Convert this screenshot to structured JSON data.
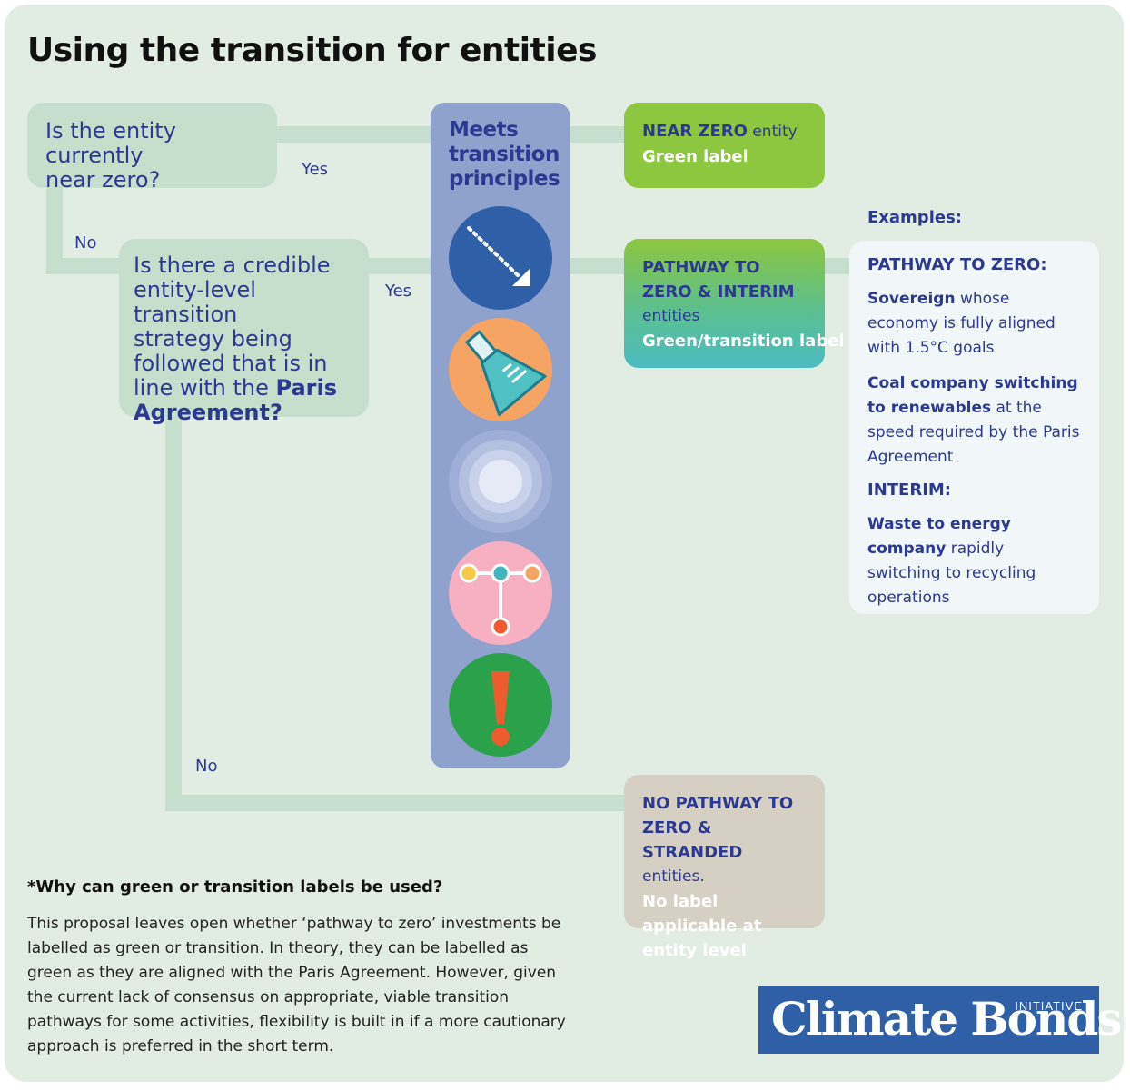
{
  "title": "Using the transition for entities",
  "q1": {
    "line1": "Is the entity currently",
    "line2": "near zero?"
  },
  "q2": {
    "lines": [
      "Is there a credible",
      "entity-level transition",
      "strategy being",
      "followed that is in"
    ],
    "line5_pre": "line with the ",
    "line5_bold": "Paris",
    "line6_bold": "Agreement?"
  },
  "labels": {
    "yes1": "Yes",
    "no1": "No",
    "yes2": "Yes",
    "no2": "No"
  },
  "principles": {
    "title": [
      "Meets",
      "transition",
      "principles"
    ],
    "icons": [
      "arrow-icon",
      "flask-icon",
      "target-icon",
      "network-icon",
      "exclamation-icon"
    ]
  },
  "out_near_zero": {
    "bold": "NEAR ZERO",
    "rest": " entity",
    "label": "Green label"
  },
  "out_pathway": {
    "line1": "PATHWAY TO",
    "line2": "ZERO & INTERIM",
    "line3": "entities",
    "label": "Green/transition label *"
  },
  "out_stranded": {
    "line1": "NO PATHWAY TO",
    "line2": "ZERO & STRANDED",
    "line3": "entities.",
    "label1": "No label applicable at",
    "label2": "entity level"
  },
  "examples": {
    "heading": "Examples:",
    "pathway_heading": "PATHWAY TO ZERO:",
    "ex1_bold": "Sovereign",
    "ex1_rest": " whose economy is fully aligned with 1.5°C goals",
    "ex2_bold": "Coal company switching to renewables",
    "ex2_rest": " at the speed required by the Paris Agreement",
    "interim_heading": "INTERIM:",
    "ex3_bold": "Waste to energy company",
    "ex3_rest": " rapidly switching to recycling operations"
  },
  "footnote": {
    "heading": "*Why can green or transition labels be used?",
    "body": "This proposal leaves open whether ‘pathway to zero’ investments be labelled as green or transition. In theory, they can be labelled as green as they are aligned with the Paris Agreement. However, given the current lack of consensus on appropriate, viable transition pathways for some activities, flexibility is built in if a more cautionary approach is preferred in the short term."
  },
  "logo": {
    "main": "Climate Bonds",
    "small": "INITIATIVE"
  },
  "colors": {
    "background": "#e1ece3",
    "connector": "#c6dfcd",
    "text_blue": "#2b3990",
    "column": "#8ea2cd",
    "near_zero_green": "#8dc63f",
    "stranded_tan": "#d6cfc4",
    "logo_blue": "#2f5fa7"
  }
}
